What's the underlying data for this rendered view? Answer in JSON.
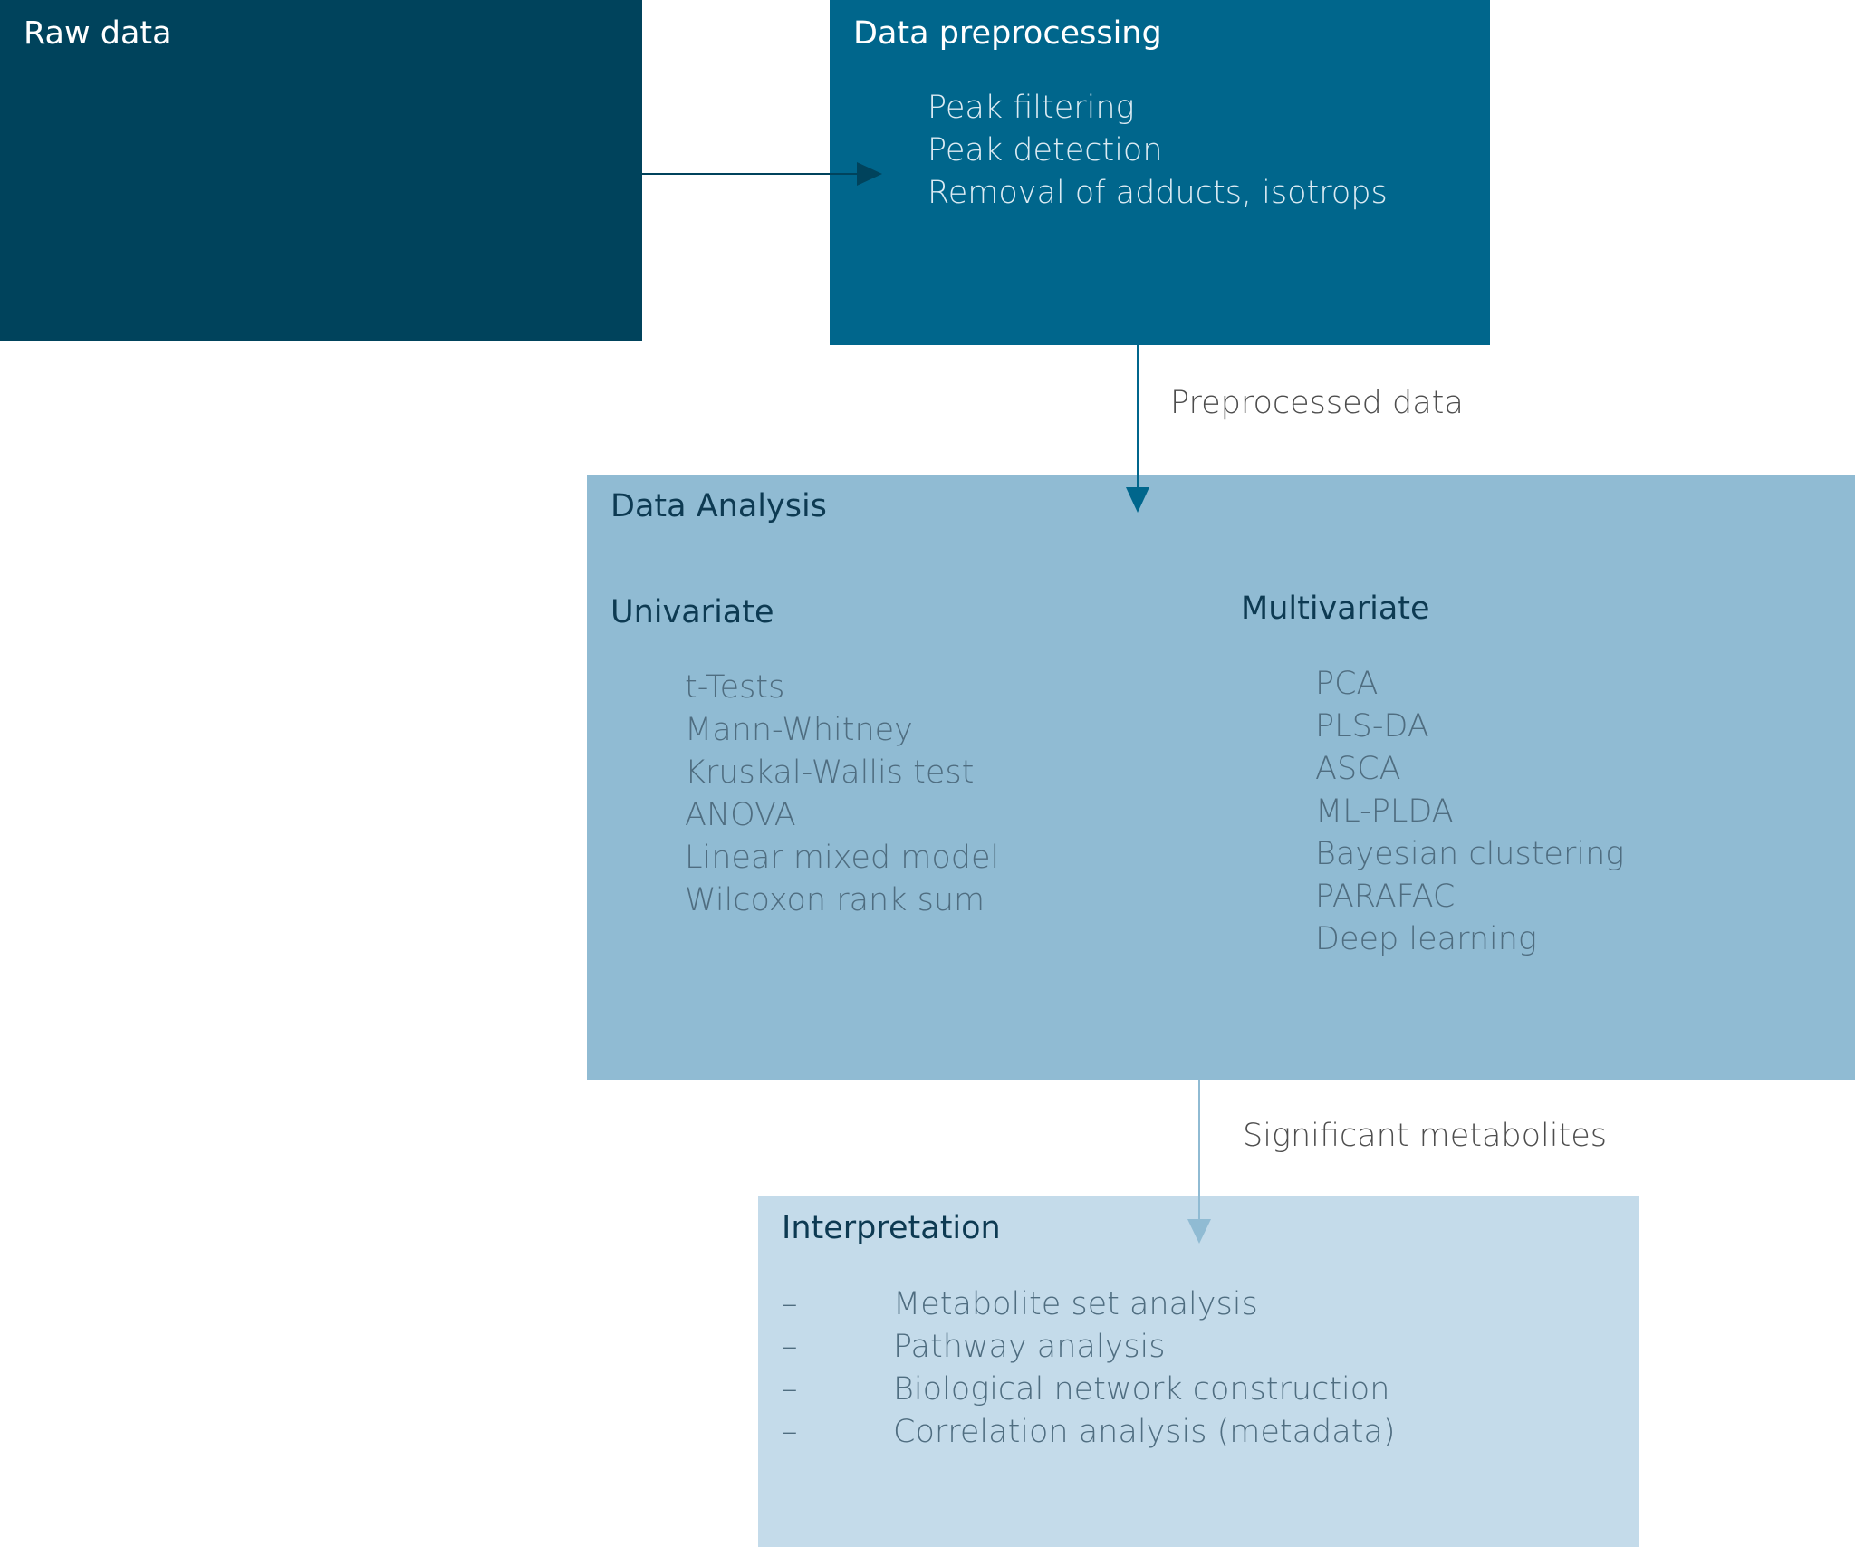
{
  "colors": {
    "raw": "#00435c",
    "preprocessing": "#00668c",
    "analysis": "#90bbd3",
    "interpretation": "#c4dbea",
    "dark_text": "#0d3a52",
    "muted_text": "#4f6d80",
    "arrow_dark": "#00435c",
    "arrow_mid": "#00668c",
    "arrow_light": "#90bbd3"
  },
  "raw": {
    "title": "Raw data"
  },
  "preprocessing": {
    "title": "Data preprocessing",
    "items": [
      "Peak filtering",
      "Peak detection",
      "Removal of adducts, isotrops"
    ]
  },
  "edge_preprocessed": {
    "label": "Preprocessed data"
  },
  "analysis": {
    "title": "Data Analysis",
    "univariate": {
      "title": "Univariate",
      "items": [
        "t-Tests",
        "Mann-Whitney",
        "Kruskal-Wallis test",
        "ANOVA",
        "Linear mixed model",
        "Wilcoxon rank sum"
      ]
    },
    "multivariate": {
      "title": "Multivariate",
      "items": [
        "PCA",
        "PLS-DA",
        "ASCA",
        "ML-PLDA",
        "Bayesian clustering",
        "PARAFAC",
        "Deep learning"
      ]
    }
  },
  "edge_significant": {
    "label": "Significant metabolites"
  },
  "interpretation": {
    "title": "Interpretation",
    "bullet": "–",
    "items": [
      "Metabolite set analysis",
      "Pathway analysis",
      "Biological network construction",
      "Correlation analysis (metadata)"
    ]
  }
}
